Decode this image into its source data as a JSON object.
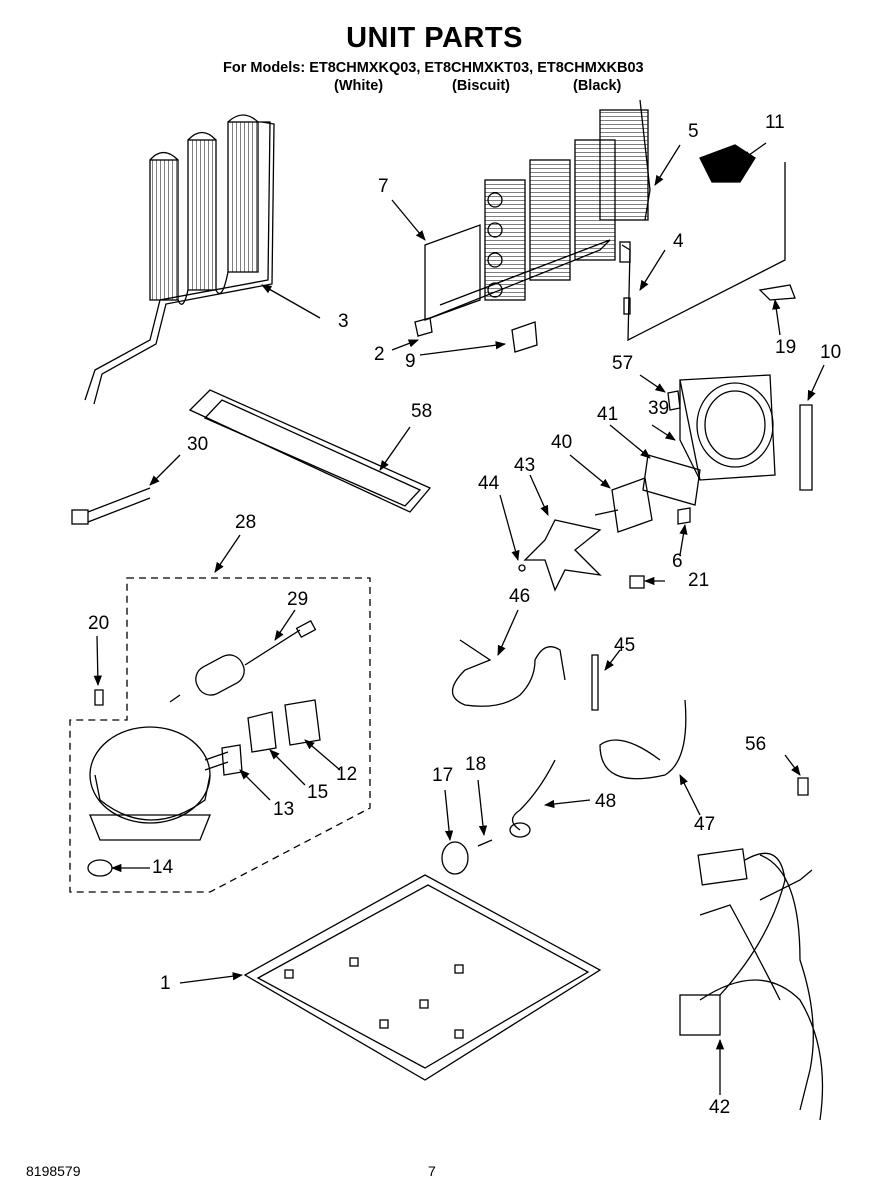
{
  "header": {
    "title": "UNIT PARTS",
    "models_line": "For Models: ET8CHMXKQ03, ET8CHMXKT03, ET8CHMXKB03",
    "variants": [
      "(White)",
      "(Biscuit)",
      "(Black)"
    ]
  },
  "callouts": [
    "1",
    "2",
    "3",
    "4",
    "5",
    "6",
    "7",
    "9",
    "10",
    "11",
    "12",
    "13",
    "14",
    "15",
    "17",
    "18",
    "19",
    "20",
    "21",
    "28",
    "29",
    "30",
    "39",
    "40",
    "41",
    "42",
    "43",
    "44",
    "45",
    "46",
    "47",
    "48",
    "56",
    "57",
    "58"
  ],
  "footer": {
    "doc_number": "8198579",
    "page_number": "7"
  }
}
